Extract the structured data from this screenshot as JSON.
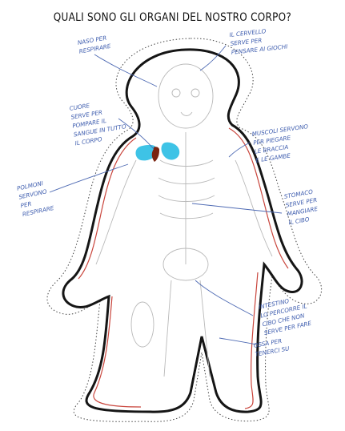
{
  "title": "QUALI SONO GLI ORGANI DEL NOSTRO CORPO?",
  "colors": {
    "ink": "#111111",
    "handwriting": "#3d5cae",
    "blood_vessel": "#c9453c",
    "lungs": "#3ec3e6",
    "heart": "#7a2410",
    "cutout_outline": "#333333"
  },
  "annotations": {
    "nose": "NASO PER\nRESPIRARE",
    "brain": "IL CERVELLO\nSERVE PER\nPENSARE AI GIOCHI",
    "heart": "CUORE\nSERVE PER\nPOMPARE IL\nSANGUE IN TUTTO\nIL CORPO",
    "muscles": "MUSCOLI SERVONO\nPER PIEGARE\nLE BRACCIA\nE LE GAMBE",
    "lungs": "POLMONI\nSERVONO\nPER\nRESPIRARE",
    "stomach": "STOMACO\nSERVE PER\nMANGIARE\nIL CIBO",
    "bones": "OSSA PER\nTENERCI SU",
    "intestine": "INTESTINO\nLO PERCORRE IL\nCIBO CHE NON\nSERVE PER FARE"
  }
}
